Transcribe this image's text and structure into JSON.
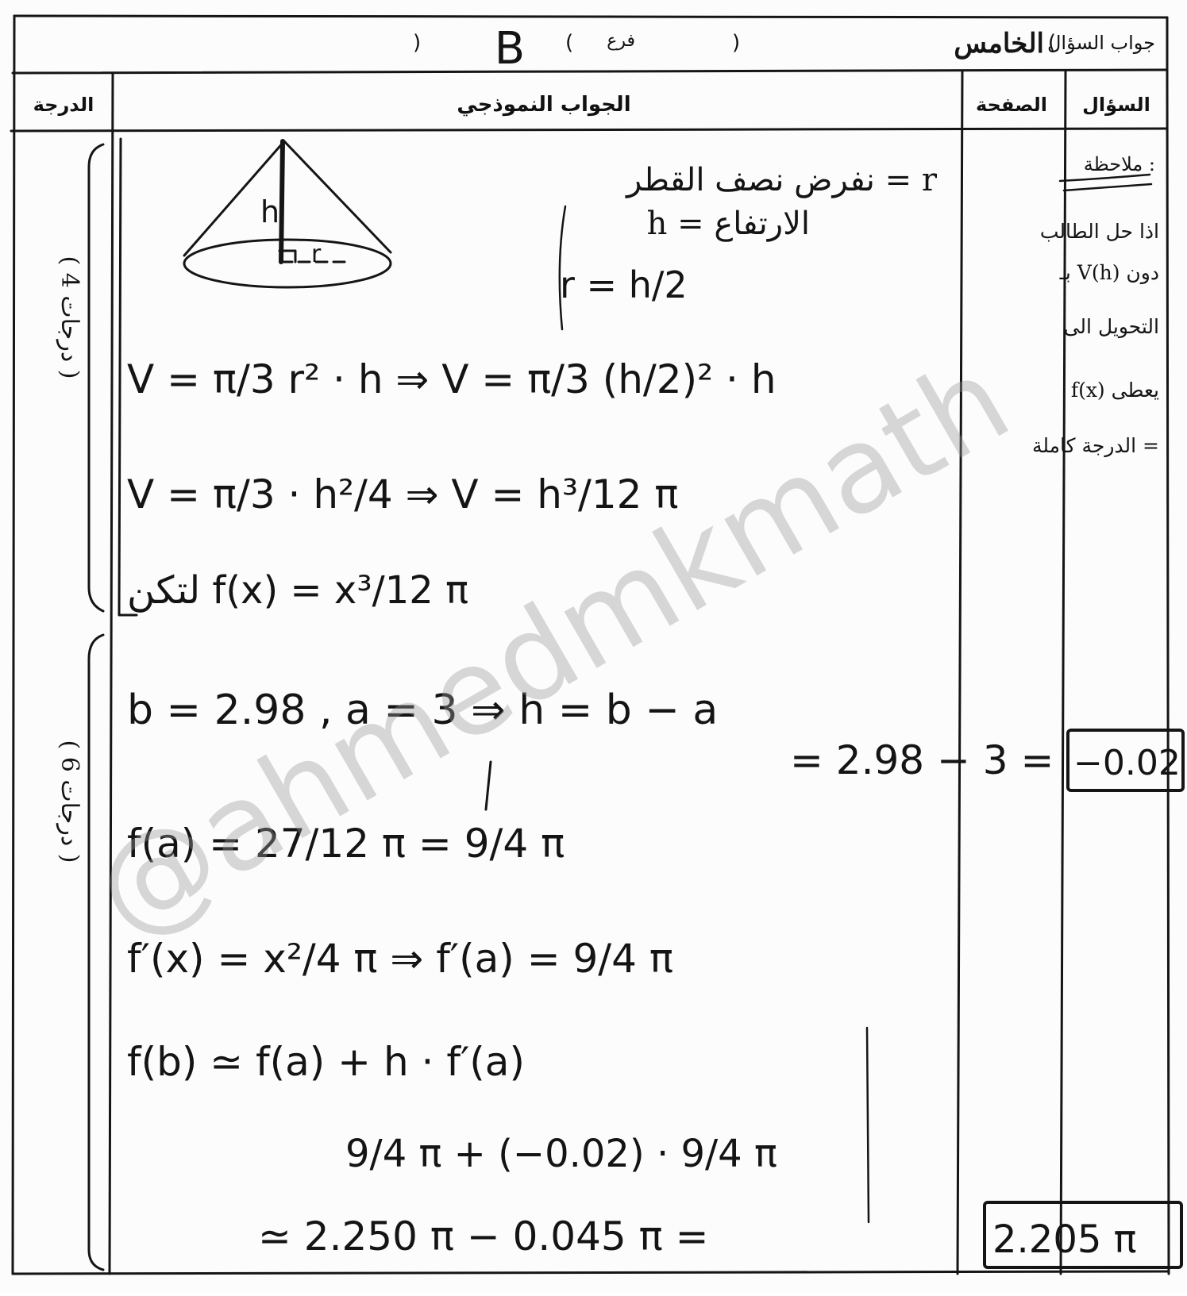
{
  "header": {
    "question_label": "جواب السؤال",
    "question_value": "الخامس",
    "branch_label": "فرع",
    "branch_value": "B"
  },
  "table_headers": {
    "question": "السؤال",
    "page": "الصفحة",
    "answer": "الجواب النموذجي",
    "grade": "الدرجة"
  },
  "note": {
    "title": "ملاحظة :",
    "lines": [
      "اذا حل الطالب",
      "بـ V(h) دون",
      "التحويل الى",
      "f(x) يعطى",
      "الدرجة كاملة ="
    ]
  },
  "grades": {
    "part1": "( 4 درجات )",
    "part2": "( 6 درجات )"
  },
  "cone_labels": {
    "height": "h",
    "radius": "r"
  },
  "assumptions": [
    "نفرض نصف القطر = r",
    "h = الارتفاع",
    "r = h/2"
  ],
  "part1_lines": [
    "V = π/3 r² · h   ⇒   V = π/3 (h/2)² · h",
    "V = π/3 · h²/4   ⇒   V = h³/12 π",
    "لتكن  f(x) = x³/12 π"
  ],
  "part2_lines": [
    "b = 2.98 ,  a = 3   ⇒  h = b − a",
    "= 2.98 − 3 =",
    "f(a) = 27/12 π   = 9/4 π",
    "f′(x) = x²/4 π   ⇒   f′(a) = 9/4 π",
    "f(b) ≃ f(a) + h · f′(a)",
    "9/4 π + (−0.02) · 9/4 π",
    "≃ 2.250 π − 0.045 π  ="
  ],
  "boxed": {
    "h_value": "−0.02",
    "final": "2.205 π"
  },
  "watermark": "@ahmedmkmath"
}
